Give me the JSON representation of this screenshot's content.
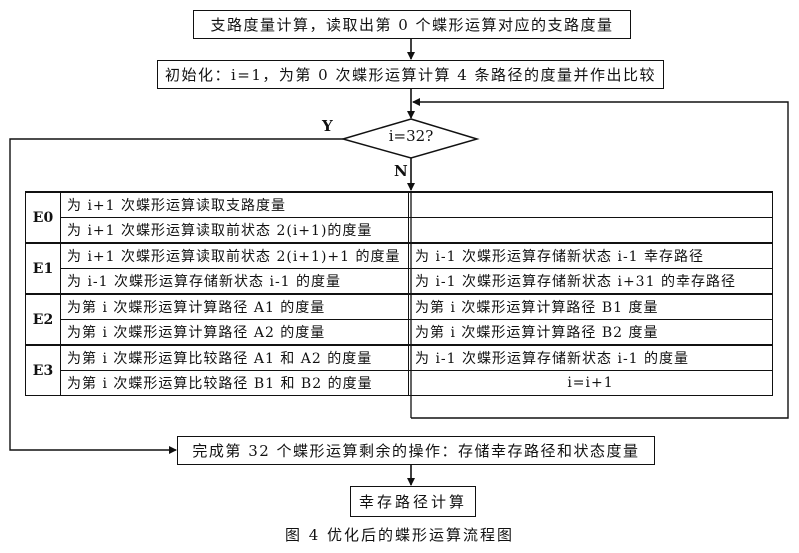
{
  "flowchart": {
    "step_branch_metric": "支路度量计算，读取出第 0 个蝶形运算对应的支路度量",
    "step_init": "初始化：i=1，为第 0 次蝶形运算计算 4 条路径的度量并作出比较",
    "decision": "i=32?",
    "yes_label": "Y",
    "no_label": "N",
    "step_finish": "完成第 32 个蝶形运算剩余的操作：存储幸存路径和状态度量",
    "step_survivor": "幸存路径计算"
  },
  "stages": [
    {
      "name": "E0",
      "rows": [
        {
          "left": "为 i+1 次蝶形运算读取支路度量",
          "right": ""
        },
        {
          "left": "为 i+1 次蝶形运算读取前状态 2(i+1)的度量",
          "right": ""
        }
      ]
    },
    {
      "name": "E1",
      "rows": [
        {
          "left": "为 i+1 次蝶形运算读取前状态 2(i+1)+1 的度量",
          "right": "为 i-1 次蝶形运算存储新状态 i-1 幸存路径"
        },
        {
          "left": "为 i-1 次蝶形运算存储新状态 i-1 的度量",
          "right": "为 i-1 次蝶形运算存储新状态 i+31 的幸存路径"
        }
      ]
    },
    {
      "name": "E2",
      "rows": [
        {
          "left": "为第 i 次蝶形运算计算路径 A1 的度量",
          "right": "为第 i 次蝶形运算计算路径 B1 度量"
        },
        {
          "left": "为第 i 次蝶形运算计算路径 A2 的度量",
          "right": "为第 i 次蝶形运算计算路径 B2 度量"
        }
      ]
    },
    {
      "name": "E3",
      "rows": [
        {
          "left": "为第 i 次蝶形运算比较路径 A1 和 A2 的度量",
          "right": "为 i-1 次蝶形运算存储新状态 i-1 的度量"
        },
        {
          "left": "为第 i 次蝶形运算比较路径 B1 和 B2 的度量",
          "right": "i=i+1"
        }
      ]
    }
  ],
  "caption": "图 4  优化后的蝶形运算流程图"
}
